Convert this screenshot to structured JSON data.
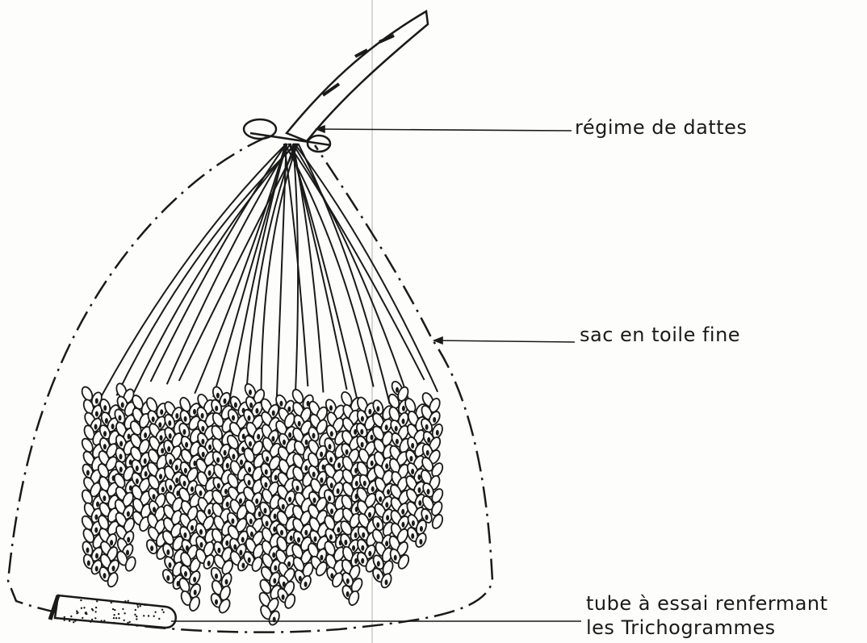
{
  "labels": {
    "regime": "régime de dattes",
    "sac": "sac en toile fine",
    "tube_line1": "tube à essai renfermant",
    "tube_line2": "les Trichogrammes"
  },
  "colors": {
    "ink": "#1a1a1a",
    "paper": "#fdfdfb"
  }
}
